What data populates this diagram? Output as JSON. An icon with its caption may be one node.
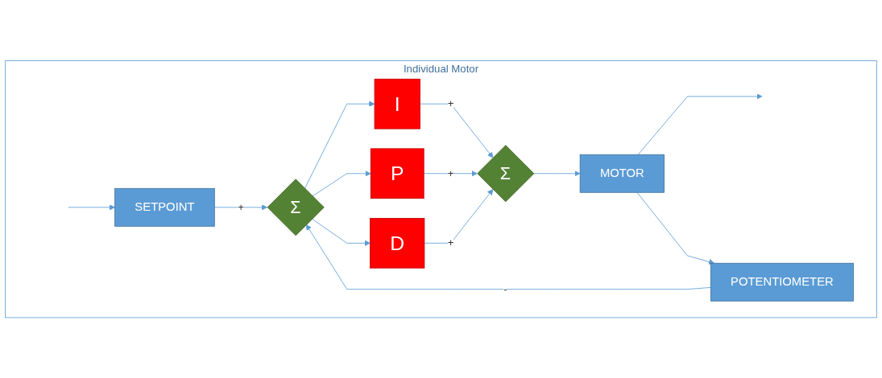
{
  "diagram": {
    "nodes": [
      {
        "text": [
          "Individual Motor"
        ]
      },
      {
        "text": [
          "SETPOINT"
        ],
        "in": 0
      },
      {
        "text": [
          "Σ"
        ],
        "in": 0
      },
      {
        "text": [
          "I"
        ],
        "in": 0
      },
      {
        "text": [
          "P"
        ],
        "in": 0
      },
      {
        "text": [
          "D"
        ],
        "in": 0
      },
      {
        "text": [
          "Σ"
        ],
        "in": 0
      },
      {
        "text": [
          "MOTOR"
        ],
        "in": 0
      },
      {
        "text": [
          "POTENTIOMETER"
        ],
        "in": 0
      }
    ],
    "edges": [
      {
        "from": null,
        "to": 1,
        "arrow": "to"
      },
      {
        "from": 1,
        "to": 2,
        "arrow": "to",
        "label": "+"
      },
      {
        "from": 2,
        "to": 3,
        "arrow": "to"
      },
      {
        "from": 2,
        "to": 4,
        "arrow": "to"
      },
      {
        "from": 2,
        "to": 5,
        "arrow": "to"
      },
      {
        "from": 3,
        "to": 6,
        "arrow": "to",
        "label": "+"
      },
      {
        "from": 4,
        "to": 6,
        "arrow": "to",
        "label": "+"
      },
      {
        "from": 5,
        "to": 6,
        "arrow": "to",
        "label": "+"
      },
      {
        "from": 6,
        "to": 7,
        "arrow": "to"
      },
      {
        "from": 7,
        "to": null,
        "arrow": "to"
      },
      {
        "from": 7,
        "to": 8,
        "arrow": "to"
      },
      {
        "from": 8,
        "to": 2,
        "arrow": "to",
        "label": "-"
      }
    ]
  }
}
